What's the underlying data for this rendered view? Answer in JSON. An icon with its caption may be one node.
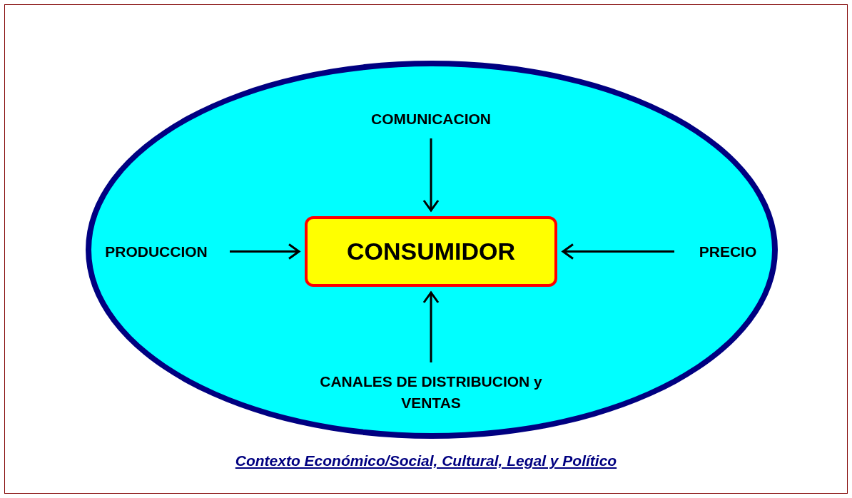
{
  "diagram": {
    "caption": "Contexto Económico/Social, Cultural, Legal y Político",
    "nodes": [
      {
        "text": [],
        "shape": "ellipse"
      },
      {
        "text": [
          "COMUNICACION"
        ],
        "in": 0
      },
      {
        "text": [
          "PRODUCCION"
        ],
        "in": 0
      },
      {
        "text": [
          "CONSUMIDOR"
        ],
        "in": 0
      },
      {
        "text": [
          "PRECIO"
        ],
        "in": 0
      },
      {
        "text": [
          "CANALES DE DISTRIBUCION y VENTAS"
        ],
        "in": 0
      }
    ],
    "edges": [
      {
        "from": 1,
        "to": 3,
        "arrow": "to"
      },
      {
        "from": 2,
        "to": 3,
        "arrow": "to"
      },
      {
        "from": 4,
        "to": 3,
        "arrow": "to"
      },
      {
        "from": 5,
        "to": 3,
        "arrow": "to"
      }
    ]
  }
}
